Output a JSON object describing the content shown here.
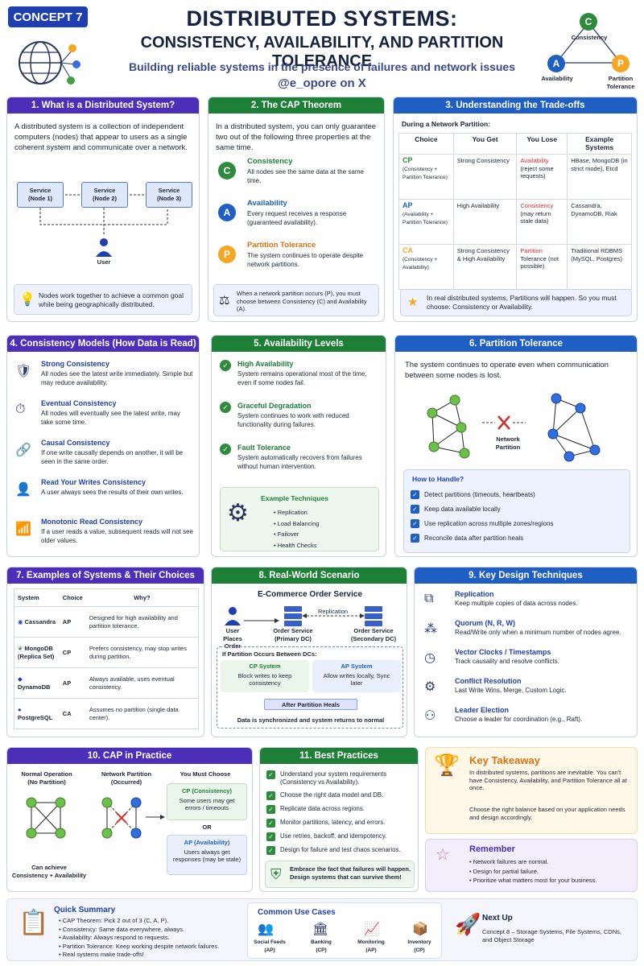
{
  "header": {
    "badge": "CONCEPT 7",
    "title1": "DISTRIBUTED SYSTEMS:",
    "title2": "CONSISTENCY, AVAILABILITY, AND PARTITION TOLERANCE",
    "subtitle": "Building reliable systems in the presence of failures and network issues",
    "handle": "@e_opore on X",
    "cap_c": "C",
    "cap_a": "A",
    "cap_p": "P",
    "cap_c_label": "Consistency",
    "cap_a_label": "Availability",
    "cap_p_label": "Partition\nTolerance"
  },
  "p1": {
    "title": "1. What is a Distributed System?",
    "text": "A distributed system is a collection of independent computers (nodes) that appear to users as a single coherent system and communicate over a network.",
    "s1": "Service\n(Node 1)",
    "s2": "Service\n(Node 2)",
    "s3": "Service\n(Node 3)",
    "user": "User",
    "note": "Nodes work together to achieve a common goal while being geographically distributed."
  },
  "p2": {
    "title": "2. The CAP Theorem",
    "text": "In a distributed system, you can only guarantee two out of the following three properties at the same time.",
    "items": [
      {
        "l": "C",
        "t": "Consistency",
        "d": "All nodes see the same data at the same time."
      },
      {
        "l": "A",
        "t": "Availability",
        "d": "Every request receives a response (guaranteed availability)."
      },
      {
        "l": "P",
        "t": "Partition Tolerance",
        "d": "The system continues to operate despite network partitions."
      }
    ],
    "note": "When a network partition occurs (P), you must choose between Consistency (C) and Availability (A)."
  },
  "p3": {
    "title": "3. Understanding the Trade-offs",
    "sub": "During a Network Partition:",
    "cols": [
      "Choice",
      "You Get",
      "You Lose",
      "Example Systems"
    ],
    "rows": [
      {
        "c": "CP",
        "cs": "(Consistency + Partition Tolerance)",
        "g": "Strong Consistency",
        "l": "Availability",
        "ls": "(reject some requests)",
        "e": "HBase, MongoDB (in strict mode), Etcd"
      },
      {
        "c": "AP",
        "cs": "(Availability + Partition Tolerance)",
        "g": "High Availability",
        "l": "Consistency",
        "ls": "(may return stale data)",
        "e": "Cassandra, DynamoDB, Riak"
      },
      {
        "c": "CA",
        "cs": "(Consistency + Availability)",
        "g": "Strong Consistency & High Availability",
        "l": "Partition",
        "ls": "Tolerance (not possible)",
        "e": "Traditional RDBMS (MySQL, Postgres)"
      }
    ],
    "note": "In real distributed systems, Partitions will happen. So you must choose: Consistency or Availability."
  },
  "p4": {
    "title": "4. Consistency Models (How Data is Read)",
    "items": [
      {
        "t": "Strong Consistency",
        "d": "All nodes see the latest write immediately. Simple but may reduce availability."
      },
      {
        "t": "Eventual Consistency",
        "d": "All nodes will eventually see the latest write, may take some time."
      },
      {
        "t": "Causal Consistency",
        "d": "If one write causally depends on another, it will be seen in the same order."
      },
      {
        "t": "Read Your Writes Consistency",
        "d": "A user always sees the results of their own writes."
      },
      {
        "t": "Monotonic Read Consistency",
        "d": "If a user reads a value, subsequent reads will not see older values."
      }
    ]
  },
  "p5": {
    "title": "5. Availability Levels",
    "items": [
      {
        "t": "High Availability",
        "d": "System remains operational most of the time, even if some nodes fail."
      },
      {
        "t": "Graceful Degradation",
        "d": "System continues to work with reduced functionality during failures."
      },
      {
        "t": "Fault Tolerance",
        "d": "System automatically recovers from failures without human intervention."
      }
    ],
    "ex_title": "Example Techniques",
    "ex": [
      "Replication",
      "Load Balancing",
      "Failover",
      "Health Checks"
    ]
  },
  "p6": {
    "title": "6. Partition Tolerance",
    "text": "The system continues to operate even when communication between some nodes is lost.",
    "np": "Network\nPartition",
    "how": "How to Handle?",
    "items": [
      "Detect partitions (timeouts, heartbeats)",
      "Keep data available locally",
      "Use replication across multiple zones/regions",
      "Reconcile data after partition heals"
    ]
  },
  "p7": {
    "title": "7. Examples of Systems & Their Choices",
    "cols": [
      "System",
      "Choice",
      "Why?"
    ],
    "rows": [
      {
        "s": "Cassandra",
        "c": "AP",
        "w": "Designed for high availability and partition tolerance."
      },
      {
        "s": "MongoDB\n(Replica Set)",
        "c": "CP",
        "w": "Prefers consistency, may stop writes during partition."
      },
      {
        "s": "DynamoDB",
        "c": "AP",
        "w": "Always available, uses eventual consistency."
      },
      {
        "s": "PostgreSQL",
        "c": "CA",
        "w": "Assumes no partition (single data center)."
      }
    ]
  },
  "p8": {
    "title": "8. Real-World Scenario",
    "sub": "E-Commerce Order Service",
    "rep": "Replication",
    "user": "User\nPlaces Order",
    "os1": "Order Service\n(Primary DC)",
    "os2": "Order Service\n(Secondary DC)",
    "if": "If Partition Occurs Between DCs:",
    "cp": "CP System",
    "cpd": "Block writes to keep consistency",
    "ap": "AP System",
    "apd": "Allow writes locally, Sync later",
    "after": "After Partition Heals",
    "final": "Data is synchronized and system returns to normal"
  },
  "p9": {
    "title": "9. Key Design Techniques",
    "items": [
      {
        "t": "Replication",
        "d": "Keep multiple copies of data across nodes."
      },
      {
        "t": "Quorum (N, R, W)",
        "d": "Read/Write only when a minimum number of nodes agree."
      },
      {
        "t": "Vector Clocks / Timestamps",
        "d": "Track causality and resolve conflicts."
      },
      {
        "t": "Conflict Resolution",
        "d": "Last Write Wins, Merge, Custom Logic."
      },
      {
        "t": "Leader Election",
        "d": "Choose a leader for coordination (e.g., Raft)."
      }
    ]
  },
  "p10": {
    "title": "10. CAP in Practice",
    "normal": "Normal Operation\n(No Partition)",
    "netp": "Network Partition\n(Occurred)",
    "choose": "You Must Choose",
    "can": "Can achieve\nConsistency + Availability",
    "cp": "CP (Consistency)",
    "cpd": "Some users may get errors / timeouts",
    "or": "OR",
    "ap": "AP (Availability)",
    "apd": "Users always get responses (may be stale)"
  },
  "p11": {
    "title": "11. Best Practices",
    "items": [
      "Understand your system requirements (Consistency vs Availability).",
      "Choose the right data model and DB.",
      "Replicate data across regions.",
      "Monitor partitions, latency, and errors.",
      "Use retries, backoff, and idempotency.",
      "Design for failure and test chaos scenarios."
    ],
    "note": "Embrace the fact that failures will happen. Design systems that can survive them!"
  },
  "kt": {
    "title": "Key Takeaway",
    "p1": "In distributed systems, partitions are inevitable. You can't have Consistency, Availability, and Partition Tolerance all at once.",
    "p2": "Choose the right balance based on your application needs and design accordingly."
  },
  "rem": {
    "title": "Remember",
    "items": [
      "Network failures are normal.",
      "Design for partial failure.",
      "Prioritize what matters most for your business."
    ]
  },
  "qs": {
    "title": "Quick Summary",
    "items": [
      "CAP Theorem: Pick 2 out of 3 (C, A, P).",
      "Consistency: Same data everywhere, always.",
      "Availability: Always respond to requests.",
      "Partition Tolerance: Keep working despite network failures.",
      "Real systems make trade-offs!"
    ]
  },
  "uc": {
    "title": "Common Use Cases",
    "items": [
      "Social Feeds\n(AP)",
      "Banking\n(CP)",
      "Monitoring\n(AP)",
      "Inventory\n(CP)"
    ]
  },
  "nx": {
    "title": "Next Up",
    "text": "Concept 8 – Storage Systems, File Systems, CDNs, and Object Storage"
  },
  "colors": {
    "purple": "#4b2fb8",
    "green": "#1e7f37",
    "blue": "#1f5fc4",
    "navy": "#15233f",
    "red": "#d32f2f",
    "orange": "#f5a623"
  }
}
